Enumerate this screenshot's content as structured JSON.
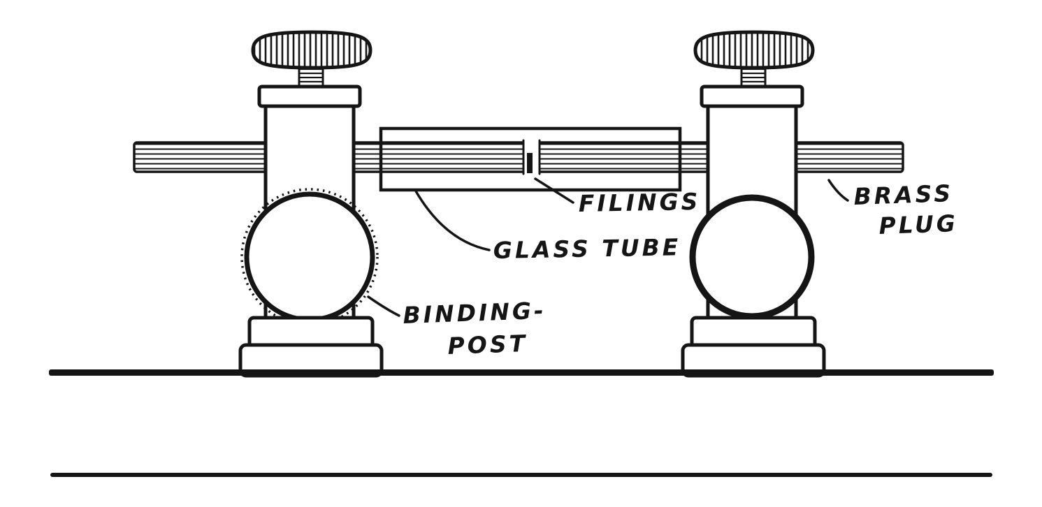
{
  "diagram": {
    "type": "technical-illustration",
    "subject": "coherer: glass tube with filings between brass plugs held by two binding posts on a board",
    "labels": {
      "filings": "FILINGS",
      "brass_plug_line1": "BRASS",
      "brass_plug_line2": "PLUG",
      "glass_tube": "GLASS TUBE",
      "binding_post_line1": "BINDING-",
      "binding_post_line2": "POST"
    },
    "colors": {
      "ink": "#151515",
      "paper": "#ffffff"
    }
  }
}
